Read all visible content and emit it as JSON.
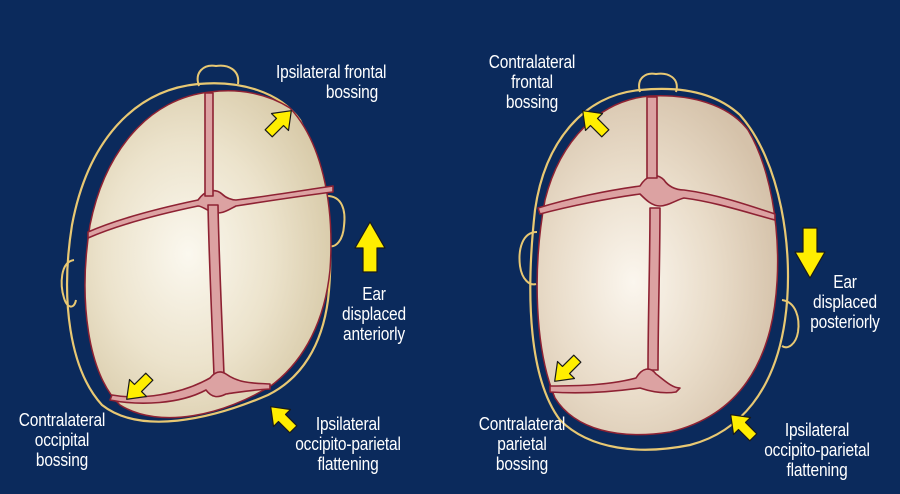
{
  "colors": {
    "background": "#0b2a5c",
    "skull_fill": "#ece3cc",
    "outline": "#e8c873",
    "suture_fill": "#dca2a2",
    "suture_edge": "#8e2233",
    "arrow": "#ffee00"
  },
  "left_panel": {
    "frontal_label": [
      "Ipsilateral frontal",
      "bossing"
    ],
    "ear_label": [
      "Ear",
      "displaced",
      "anteriorly"
    ],
    "occipital_label": [
      "Contralateral",
      "occipital",
      "bossing"
    ],
    "flattening_label": [
      "Ipsilateral",
      "occipito-parietal",
      "flattening"
    ]
  },
  "right_panel": {
    "frontal_label": [
      "Contralateral",
      "frontal",
      "bossing"
    ],
    "ear_label": [
      "Ear",
      "displaced",
      "posteriorly"
    ],
    "parietal_label": [
      "Contralateral",
      "parietal",
      "bossing"
    ],
    "flattening_label": [
      "Ipsilateral",
      "occipito-parietal",
      "flattening"
    ]
  }
}
